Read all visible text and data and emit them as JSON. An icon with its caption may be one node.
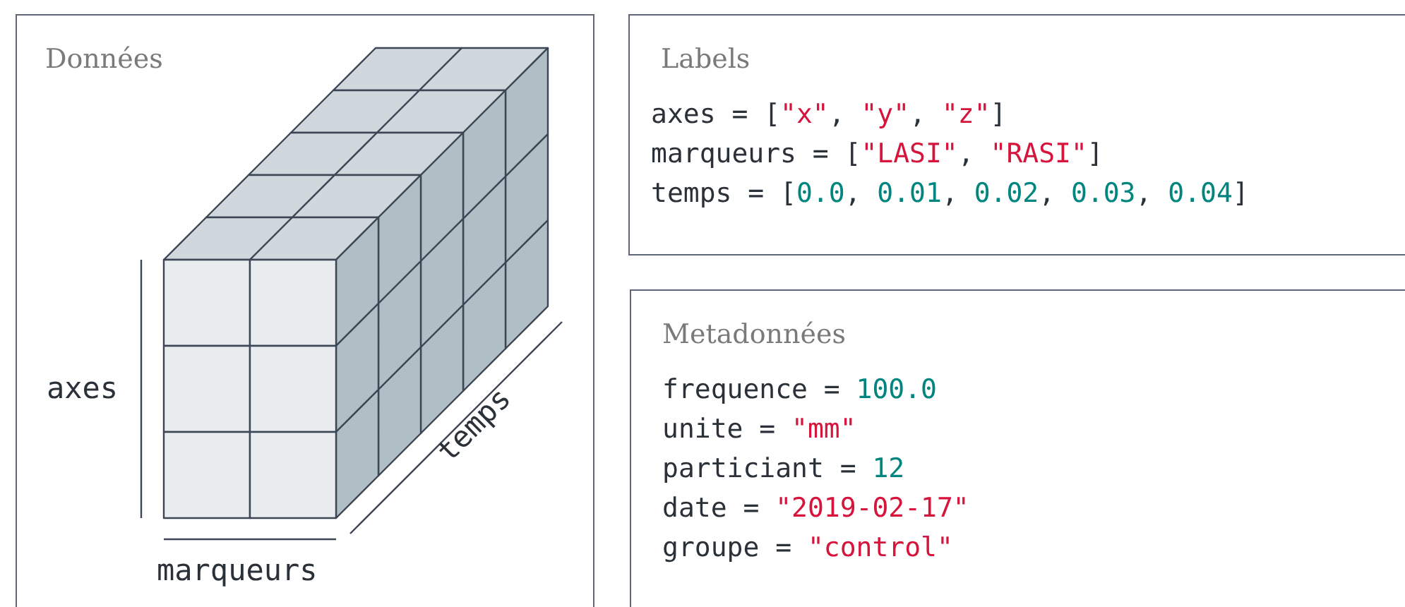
{
  "diagram": {
    "nodes": [
      {
        "text": [
          "Données"
        ]
      },
      {
        "text": [
          "Labels",
          "axes = [\"x\", \"y\", \"z\"]",
          "marqueurs = [\"LASI\", \"RASI\"]",
          "temps = [0.0, 0.01, 0.02, 0.03, 0.04]"
        ]
      },
      {
        "text": [
          "Metadonnées",
          "frequence = 100.0",
          "unite = \"mm\"",
          "particiant = 12",
          "date = \"2019-02-17\"",
          "groupe = \"control\""
        ]
      }
    ],
    "labels": [
      "axes",
      "marqueurs",
      "temps"
    ]
  }
}
